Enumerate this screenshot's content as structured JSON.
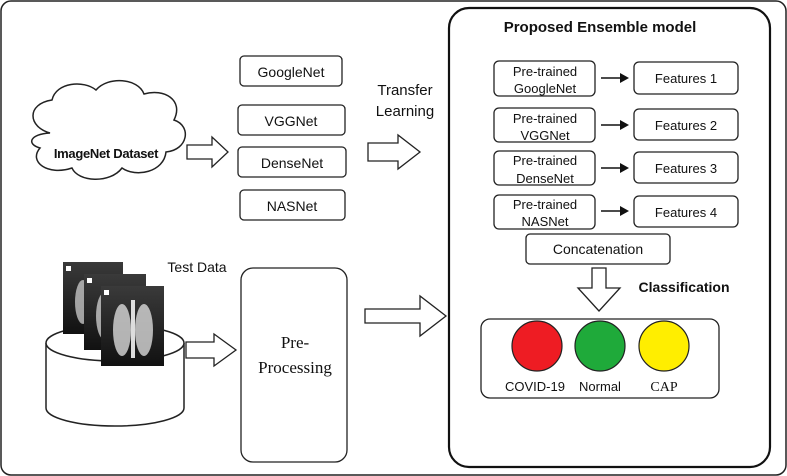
{
  "source": {
    "dataset_label": "ImageNet Dataset",
    "networks": [
      "GoogleNet",
      "VGGNet",
      "DenseNet",
      "NASNet"
    ],
    "transfer_label_line1": "Transfer",
    "transfer_label_line2": "Learning"
  },
  "test": {
    "test_data_label": "Test Data",
    "preprocessing_line1": "Pre-",
    "preprocessing_line2": "Processing"
  },
  "ensemble": {
    "title": "Proposed Ensemble model",
    "pretrained_label": "Pre-trained",
    "pretrained_nets": [
      "GoogleNet",
      "VGGNet",
      "DenseNet",
      "NASNet"
    ],
    "features": [
      "Features 1",
      "Features 2",
      "Features 3",
      "Features 4"
    ],
    "concatenation_label": "Concatenation",
    "classification_label": "Classification",
    "classes": [
      {
        "label": "COVID-19",
        "color": "#ee1c23"
      },
      {
        "label": "Normal",
        "color": "#1faa3a"
      },
      {
        "label": "CAP",
        "color": "#ffee00"
      }
    ]
  }
}
